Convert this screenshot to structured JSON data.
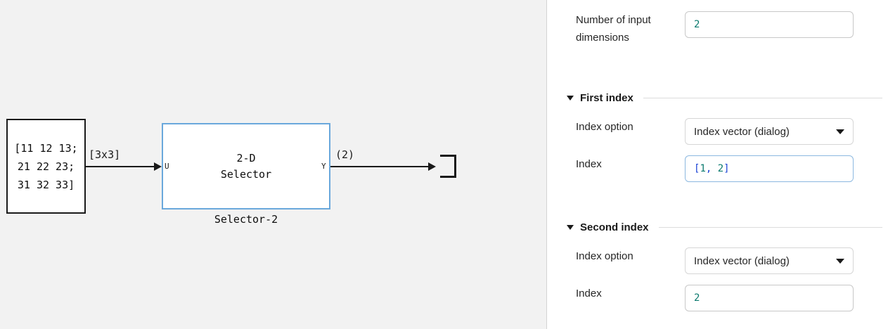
{
  "canvas": {
    "constant_block": {
      "name": "constant-block",
      "lines": [
        "[11 12 13;",
        "21 22 23;",
        "31 32 33]"
      ]
    },
    "selector_block": {
      "name": "selector-block",
      "lines": [
        "2-D",
        "Selector"
      ],
      "caption": "Selector-2",
      "input_port_label": "U",
      "output_port_label": "Y",
      "border_color": "#6aa8dc"
    },
    "signals": [
      {
        "name": "input-signal-dimension-label",
        "label": "[3x3]"
      },
      {
        "name": "output-signal-dimension-label",
        "label": "(2)"
      }
    ],
    "terminator_block": {
      "name": "terminator-block"
    },
    "background_color": "#f2f2f2"
  },
  "panel": {
    "rows": {
      "num_input_dimensions": {
        "label": "Number of input dimensions",
        "value": "2"
      },
      "first_index_option": {
        "label": "Index option",
        "value": "Index vector (dialog)"
      },
      "first_index": {
        "label": "Index",
        "value_open_bracket": "[",
        "value_first_number": "1",
        "value_separator": ", ",
        "value_second_number": "2",
        "value_close_bracket": "]"
      },
      "second_index_option": {
        "label": "Index option",
        "value": "Index vector (dialog)"
      },
      "second_index": {
        "label": "Index",
        "value": "2"
      }
    },
    "sections": [
      {
        "title": "First index"
      },
      {
        "title": "Second index"
      }
    ],
    "colors": {
      "number_token": "#0b7a6e",
      "punct_token": "#1a43d6",
      "focus_border": "#8cb8e0"
    }
  }
}
